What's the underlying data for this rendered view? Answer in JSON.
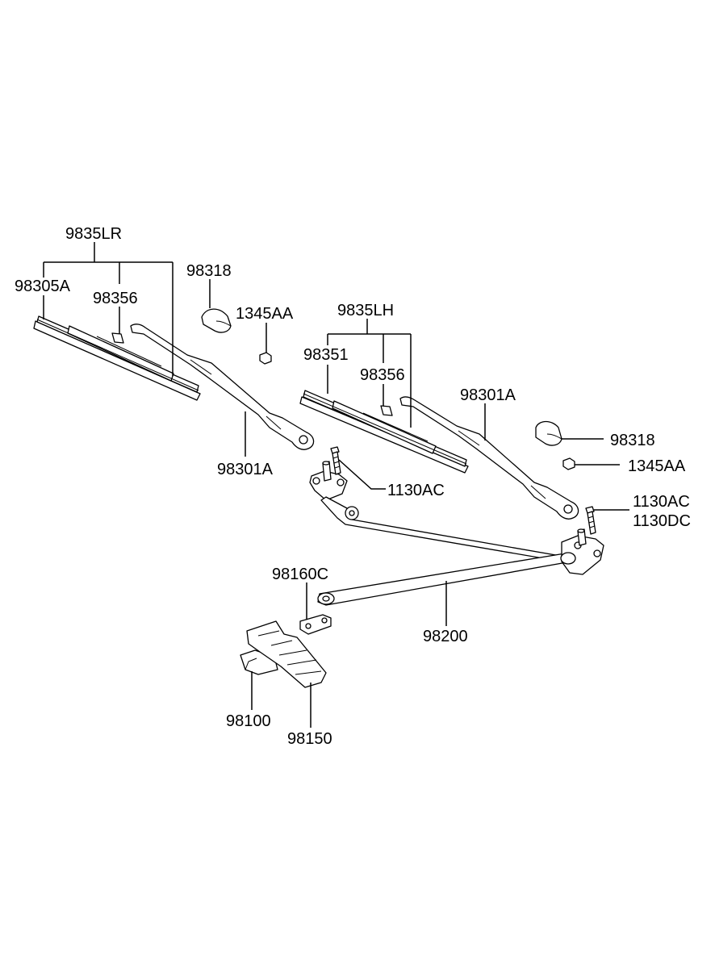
{
  "diagram": {
    "labels": {
      "wiper_blade_rh_assy": "9835LR",
      "refill_rh": "98305A",
      "clip_rh": "98356",
      "cap_rh": "98318",
      "nut_rh": "1345AA",
      "arm_rh": "98301A",
      "wiper_blade_lh_assy": "9835LH",
      "refill_lh": "98351",
      "clip_lh": "98356",
      "arm_lh": "98301A",
      "cap_lh": "98318",
      "nut_lh": "1345AA",
      "bolt_pivot_rh": "1130AC",
      "bolt_pivot_lh_1": "1130AC",
      "bolt_pivot_lh_2": "1130DC",
      "bracket": "98160C",
      "linkage": "98200",
      "motor": "98100",
      "motor_cover": "98150"
    }
  }
}
